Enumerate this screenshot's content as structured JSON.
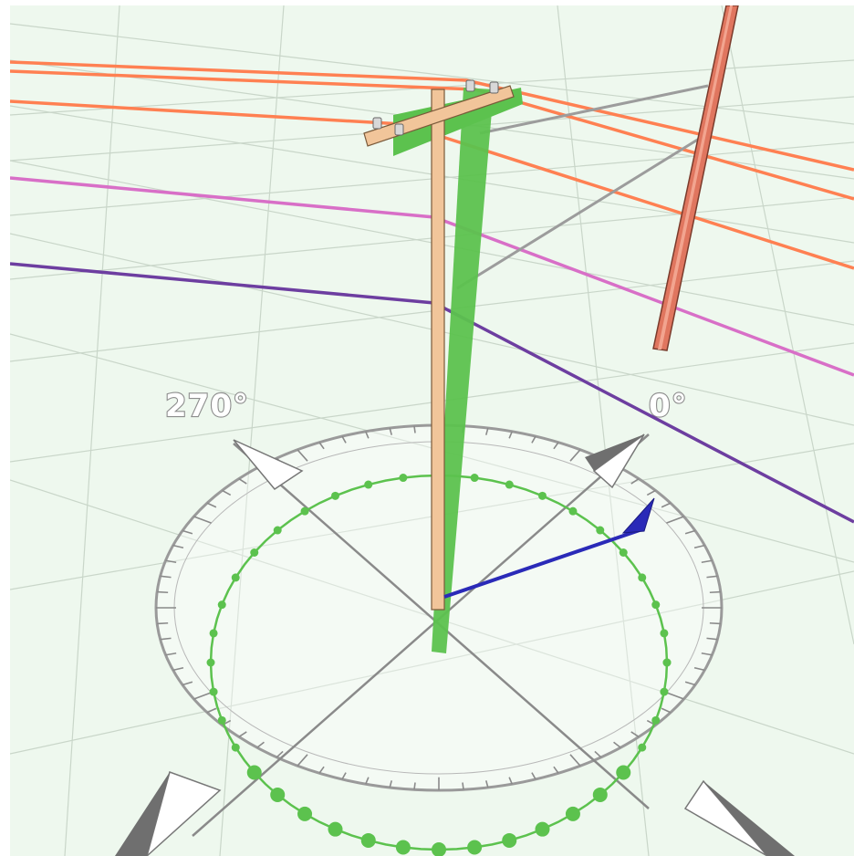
{
  "scene": {
    "compass_labels": [
      "270°",
      "0°"
    ],
    "colors": {
      "background": "#eef8ee",
      "grid": "#c9d6c9",
      "wire_primary": "#ff8052",
      "wire_secondary": "#d86fc7",
      "wire_neutral": "#6d3ea0",
      "guy_wire": "#9c9c9c",
      "pole": "#f1c59a",
      "far_pole": "#e0765f",
      "deflection": "#5cc24e",
      "vector": "#2a2ab8",
      "compass": "#8a8a8a"
    },
    "icons": [
      "compass-rose",
      "pole",
      "crossarm",
      "insulator",
      "load-vector-arrow"
    ]
  }
}
